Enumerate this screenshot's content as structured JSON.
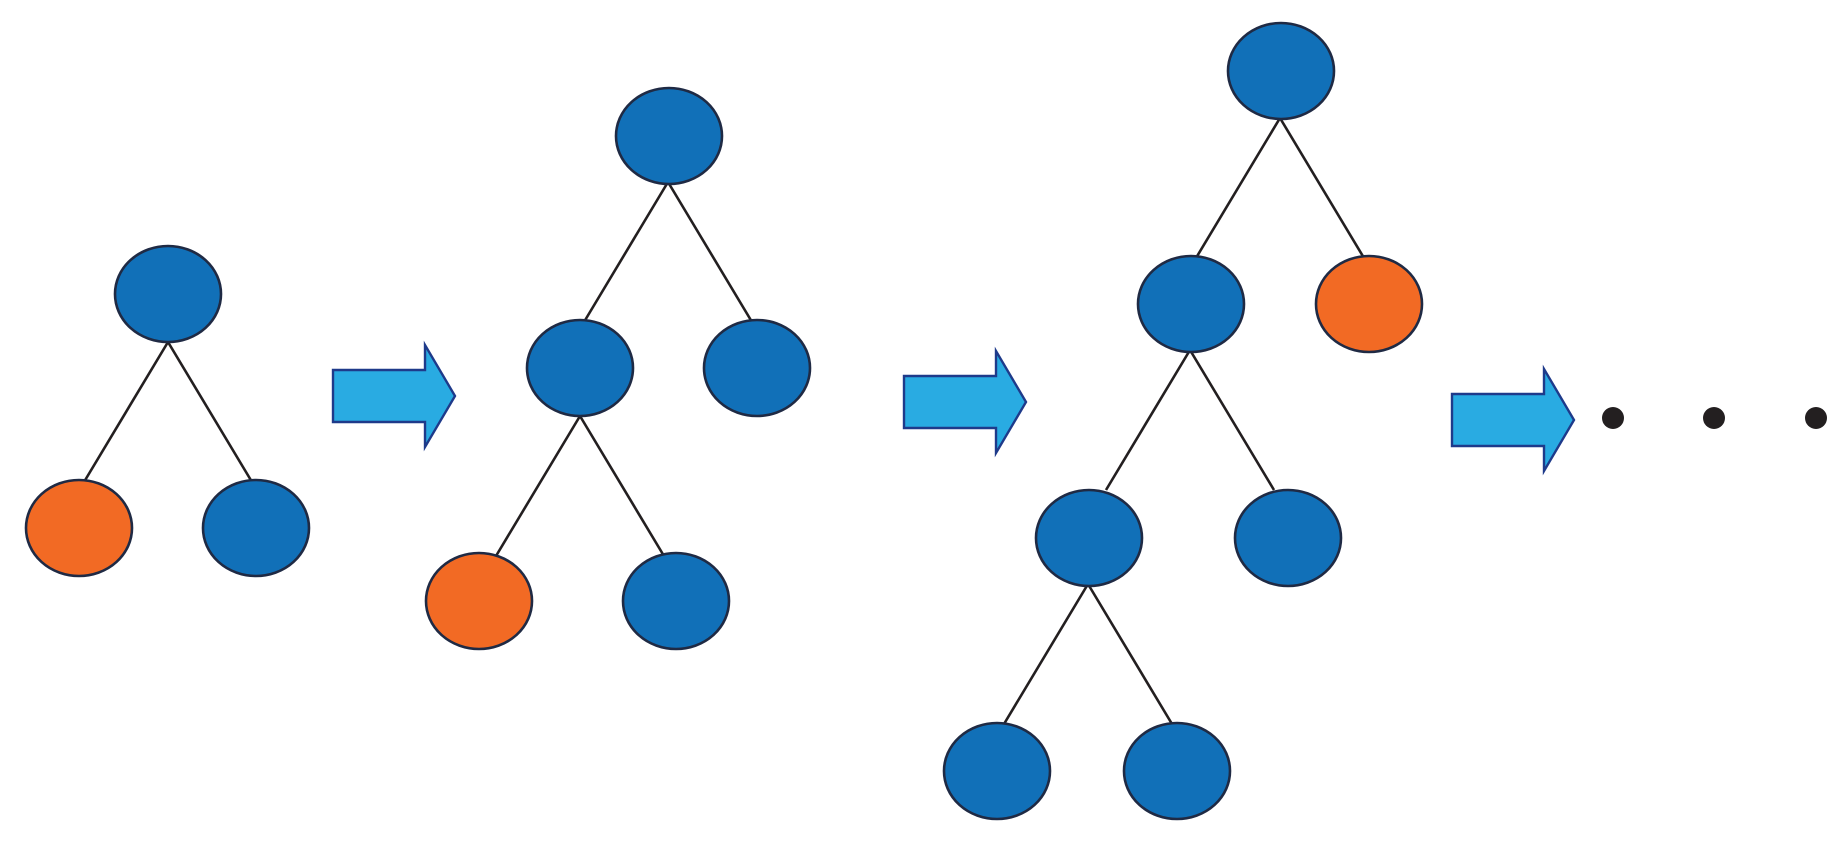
{
  "colors": {
    "node_default": "#1170b8",
    "node_highlight": "#f26a24",
    "arrow_fill": "#29abe2",
    "arrow_stroke": "#1e3a8a",
    "edge": "#231f20",
    "background": "#ffffff"
  },
  "stages": [
    {
      "name": "stage-1",
      "nodes": [
        "default",
        "highlight",
        "default"
      ]
    },
    {
      "name": "stage-2",
      "nodes": [
        "default",
        "default",
        "default",
        "highlight",
        "default"
      ]
    },
    {
      "name": "stage-3",
      "nodes": [
        "default",
        "default",
        "highlight",
        "default",
        "default",
        "default",
        "default"
      ]
    }
  ],
  "arrows": [
    {
      "name": "arrow-1-to-2",
      "icon": "right-arrow-icon"
    },
    {
      "name": "arrow-2-to-3",
      "icon": "right-arrow-icon"
    },
    {
      "name": "arrow-3-to-continuation",
      "icon": "right-arrow-icon"
    }
  ],
  "continuation": {
    "icon": "ellipsis-icon",
    "dot_count": 3
  }
}
